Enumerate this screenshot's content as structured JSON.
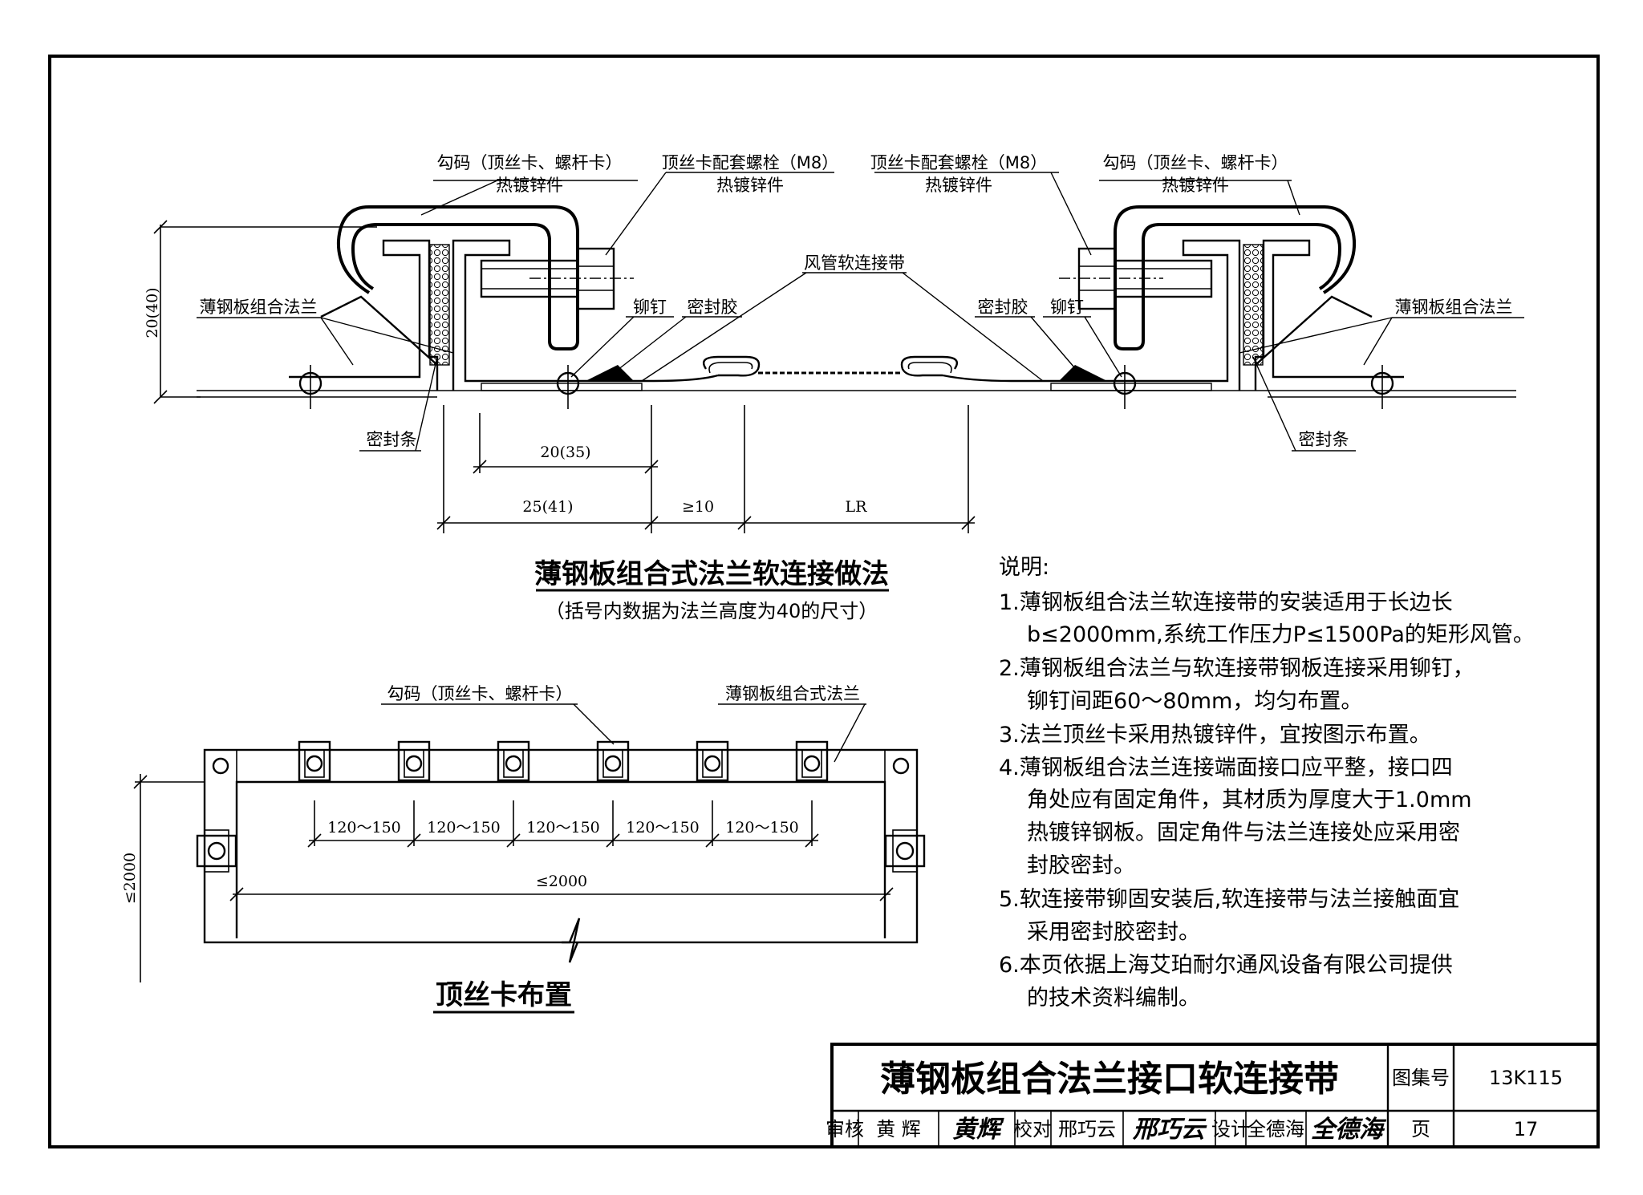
{
  "section_view": {
    "label_hook_left": "勾码（顶丝卡、螺杆卡）",
    "label_hook_left_sub": "热镀锌件",
    "label_bolt_left": "顶丝卡配套螺栓（M8）",
    "label_bolt_left_sub": "热镀锌件",
    "label_bolt_right": "顶丝卡配套螺栓（M8）",
    "label_bolt_right_sub": "热镀锌件",
    "label_hook_right": "勾码（顶丝卡、螺杆卡）",
    "label_hook_right_sub": "热镀锌件",
    "label_flex_band": "风管软连接带",
    "label_flange_left": "薄钢板组合法兰",
    "label_flange_right": "薄钢板组合法兰",
    "label_rivet_left": "铆钉",
    "label_sealant_left": "密封胶",
    "label_sealant_right": "密封胶",
    "label_rivet_right": "铆钉",
    "label_seal_strip_left": "密封条",
    "label_seal_strip_right": "密封条",
    "dim_height": "20(40)",
    "dim_20_35": "20(35)",
    "dim_25_41": "25(41)",
    "dim_ge10": "≥10",
    "dim_lr": "LR",
    "title": "薄钢板组合式法兰软连接做法",
    "subtitle": "（括号内数据为法兰高度为40的尺寸）"
  },
  "plan_view": {
    "label_hook": "勾码（顶丝卡、螺杆卡）",
    "label_flange": "薄钢板组合式法兰",
    "spacing": [
      "120～150",
      "120～150",
      "120～150",
      "120～150",
      "120～150"
    ],
    "dim_width": "≤2000",
    "dim_height": "≤2000",
    "title": "顶丝卡布置"
  },
  "notes": {
    "heading": "说明:",
    "lines": [
      "1.薄钢板组合法兰软连接带的安装适用于长边长",
      "b≤2000mm,系统工作压力P≤1500Pa的矩形风管。",
      "2.薄钢板组合法兰与软连接带钢板连接采用铆钉，",
      "铆钉间距60～80mm，均匀布置。",
      "3.法兰顶丝卡采用热镀锌件，宜按图示布置。",
      "4.薄钢板组合法兰连接端面接口应平整，接口四",
      "角处应有固定角件，其材质为厚度大于1.0mm",
      "热镀锌钢板。固定角件与法兰连接处应采用密",
      "封胶密封。",
      "5.软连接带铆固安装后,软连接带与法兰接触面宜",
      "采用密封胶密封。",
      "6.本页依据上海艾珀耐尔通风设备有限公司提供",
      "的技术资料编制。"
    ]
  },
  "title_block": {
    "title": "薄钢板组合法兰接口软连接带",
    "atlas_label": "图集号",
    "atlas_no": "13K115",
    "review_label": "审核",
    "reviewer": "黄  辉",
    "reviewer_sig": "黄辉",
    "check_label": "校对",
    "checker": "邢巧云",
    "checker_sig": "邢巧云",
    "design_label": "设计",
    "designer": "全德海",
    "designer_sig": "全德海",
    "page_label": "页",
    "page_no": "17"
  }
}
